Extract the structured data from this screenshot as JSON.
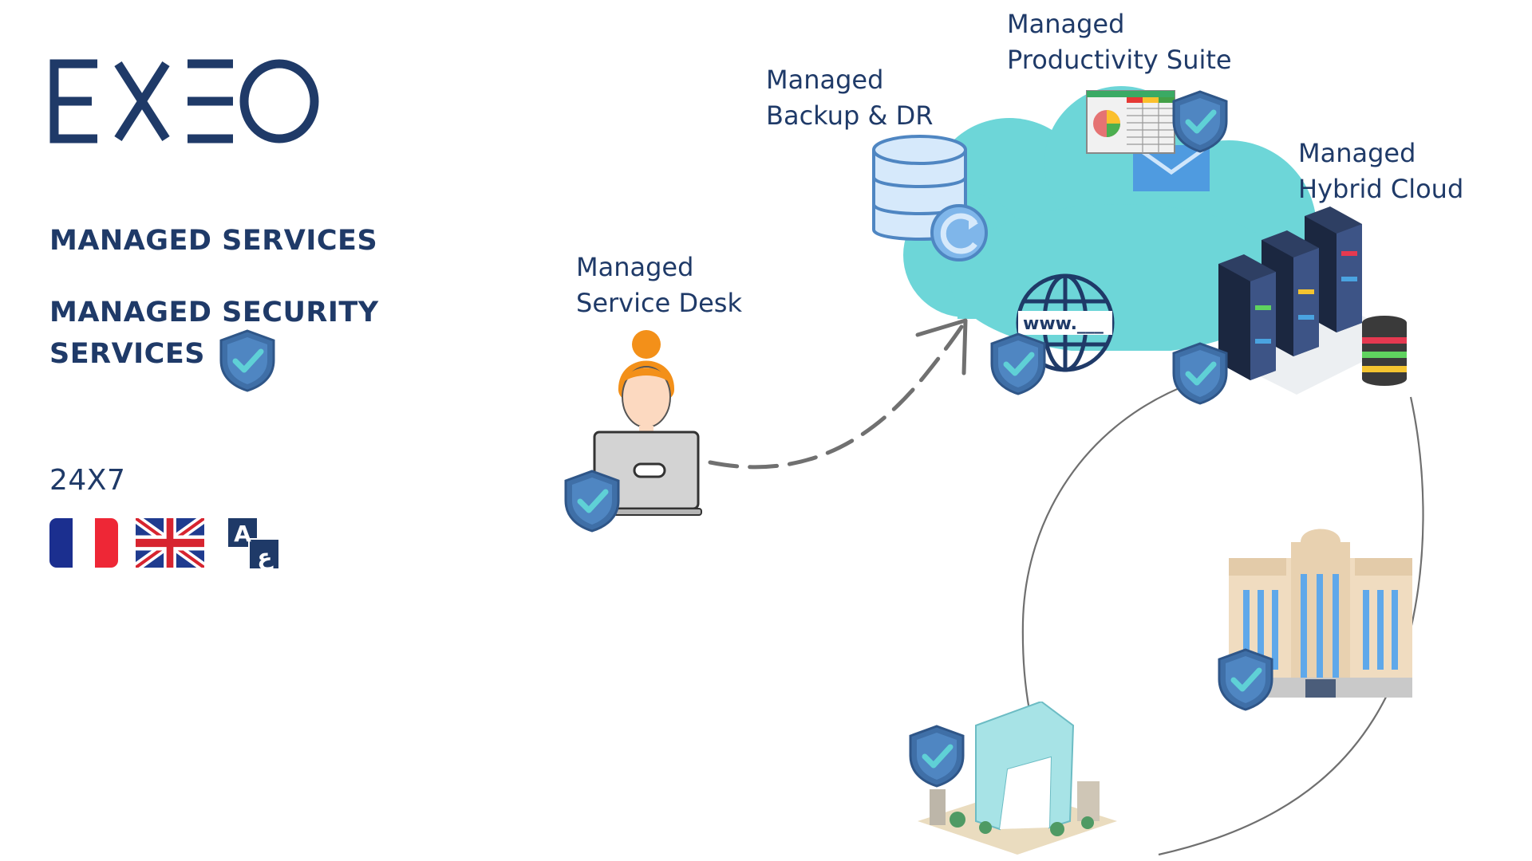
{
  "brand": {
    "logo_text": "EXEO",
    "color": "#1f3a68"
  },
  "left_panel": {
    "managed_services": "MANAGED  SERVICES",
    "managed_security_line1": "MANAGED SECURITY",
    "managed_security_line2": "SERVICES",
    "availability": "24X7",
    "languages": [
      "french-flag",
      "uk-flag",
      "translation-icon"
    ],
    "translation_glyphs": {
      "latin": "A",
      "arabic": "ع"
    }
  },
  "diagram": {
    "service_desk": {
      "line1": "Managed",
      "line2": "Service Desk"
    },
    "backup": {
      "line1": "Managed",
      "line2": "Backup & DR"
    },
    "productivity": {
      "line1": "Managed",
      "line2": "Productivity Suite"
    },
    "hybrid_cloud": {
      "line1": "Managed",
      "line2": "Hybrid Cloud"
    },
    "web_text": "www.___"
  },
  "colors": {
    "navy": "#1f3a68",
    "cloud": "#6dd6d8",
    "shield": "#3f6fa7",
    "shield_light": "#4f86c2",
    "check": "#5fd0d6",
    "arrow": "#707070"
  }
}
